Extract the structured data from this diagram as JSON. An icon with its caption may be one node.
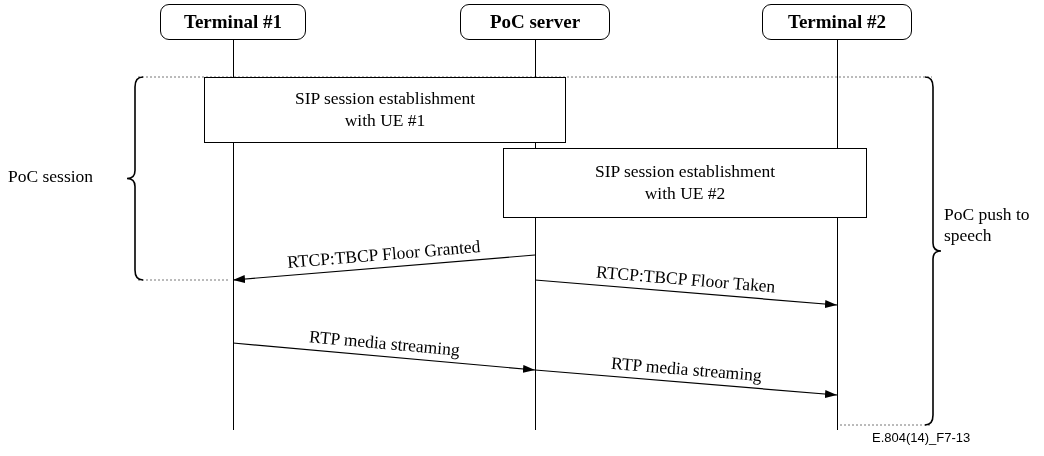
{
  "diagram": {
    "nodes": [
      {
        "text": [
          "Terminal #1"
        ]
      },
      {
        "text": [
          "PoC server"
        ]
      },
      {
        "text": [
          "Terminal #2"
        ]
      },
      {
        "text": [
          "SIP session establishment with UE #1"
        ]
      },
      {
        "text": [
          "SIP session establishment with UE #2"
        ]
      }
    ],
    "edges": [
      {
        "from": 1,
        "to": 0,
        "arrow": "to",
        "label": "RTCP:TBCP Floor Granted"
      },
      {
        "from": 1,
        "to": 2,
        "arrow": "to",
        "label": "RTCP:TBCP Floor Taken"
      },
      {
        "from": 0,
        "to": 1,
        "arrow": "to",
        "label": "RTP media streaming"
      },
      {
        "from": 1,
        "to": 2,
        "arrow": "to",
        "label": "RTP media streaming"
      }
    ],
    "labels": [
      "PoC session",
      "PoC push to speech",
      "E.804(14)_F7-13"
    ]
  }
}
